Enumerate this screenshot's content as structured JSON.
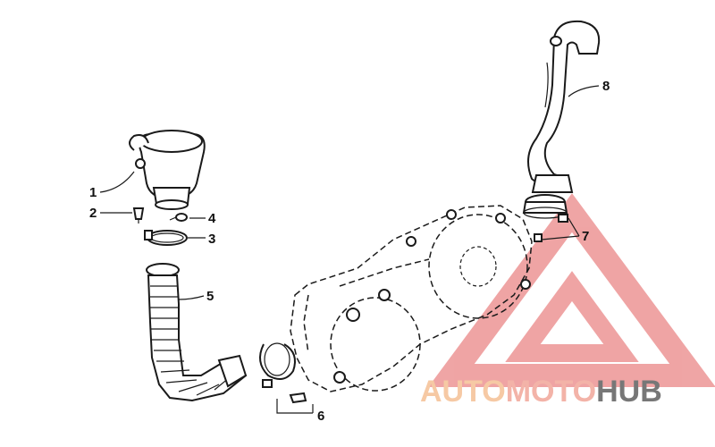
{
  "callouts": {
    "c1": "1",
    "c2": "2",
    "c3": "3",
    "c4": "4",
    "c5": "5",
    "c6": "6",
    "c7": "7",
    "c8": "8"
  },
  "watermark": {
    "part1": "AUTO",
    "part2": "MOTO",
    "part3": "HUB",
    "color_light": "#f6c9a4",
    "color_mid": "#f3b3a8",
    "color_dark": "#777777",
    "triangle_color": "#e25b5b"
  },
  "icons": {
    "air-filter": "conical-filter",
    "clamp": "ring-clamp",
    "hose": "corrugated-duct",
    "engine-cover": "cvt-housing"
  }
}
